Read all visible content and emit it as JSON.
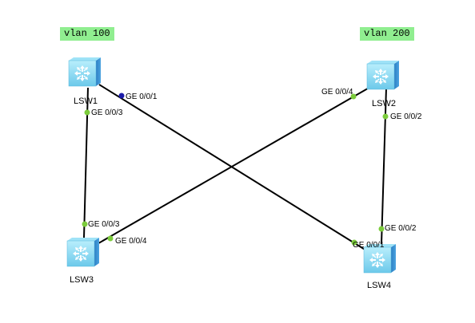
{
  "vlans": [
    {
      "label": "vlan 100"
    },
    {
      "label": "vlan 200"
    }
  ],
  "devices": [
    {
      "name": "LSW1"
    },
    {
      "name": "LSW2"
    },
    {
      "name": "LSW3"
    },
    {
      "name": "LSW4"
    }
  ],
  "links": [
    {
      "from": "LSW1",
      "from_port": "GE 0/0/3",
      "to": "LSW3",
      "to_port": "GE 0/0/3"
    },
    {
      "from": "LSW1",
      "from_port": "GE 0/0/1",
      "to": "LSW4",
      "to_port": "GE 0/0/1"
    },
    {
      "from": "LSW2",
      "from_port": "GE 0/0/4",
      "to": "LSW3",
      "to_port": "GE 0/0/4"
    },
    {
      "from": "LSW2",
      "from_port": "GE 0/0/2",
      "to": "LSW4",
      "to_port": "GE 0/0/2"
    }
  ],
  "colors": {
    "link": "#000000",
    "port_dot_up": "#7ccc3c",
    "port_dot_selected": "#1a1aa8",
    "vlan_label_bg": "#90ee90",
    "switch_body": "#7fd6f2",
    "switch_side": "#3a8fd0"
  },
  "icons": {
    "switch": "l3-switch-icon"
  }
}
